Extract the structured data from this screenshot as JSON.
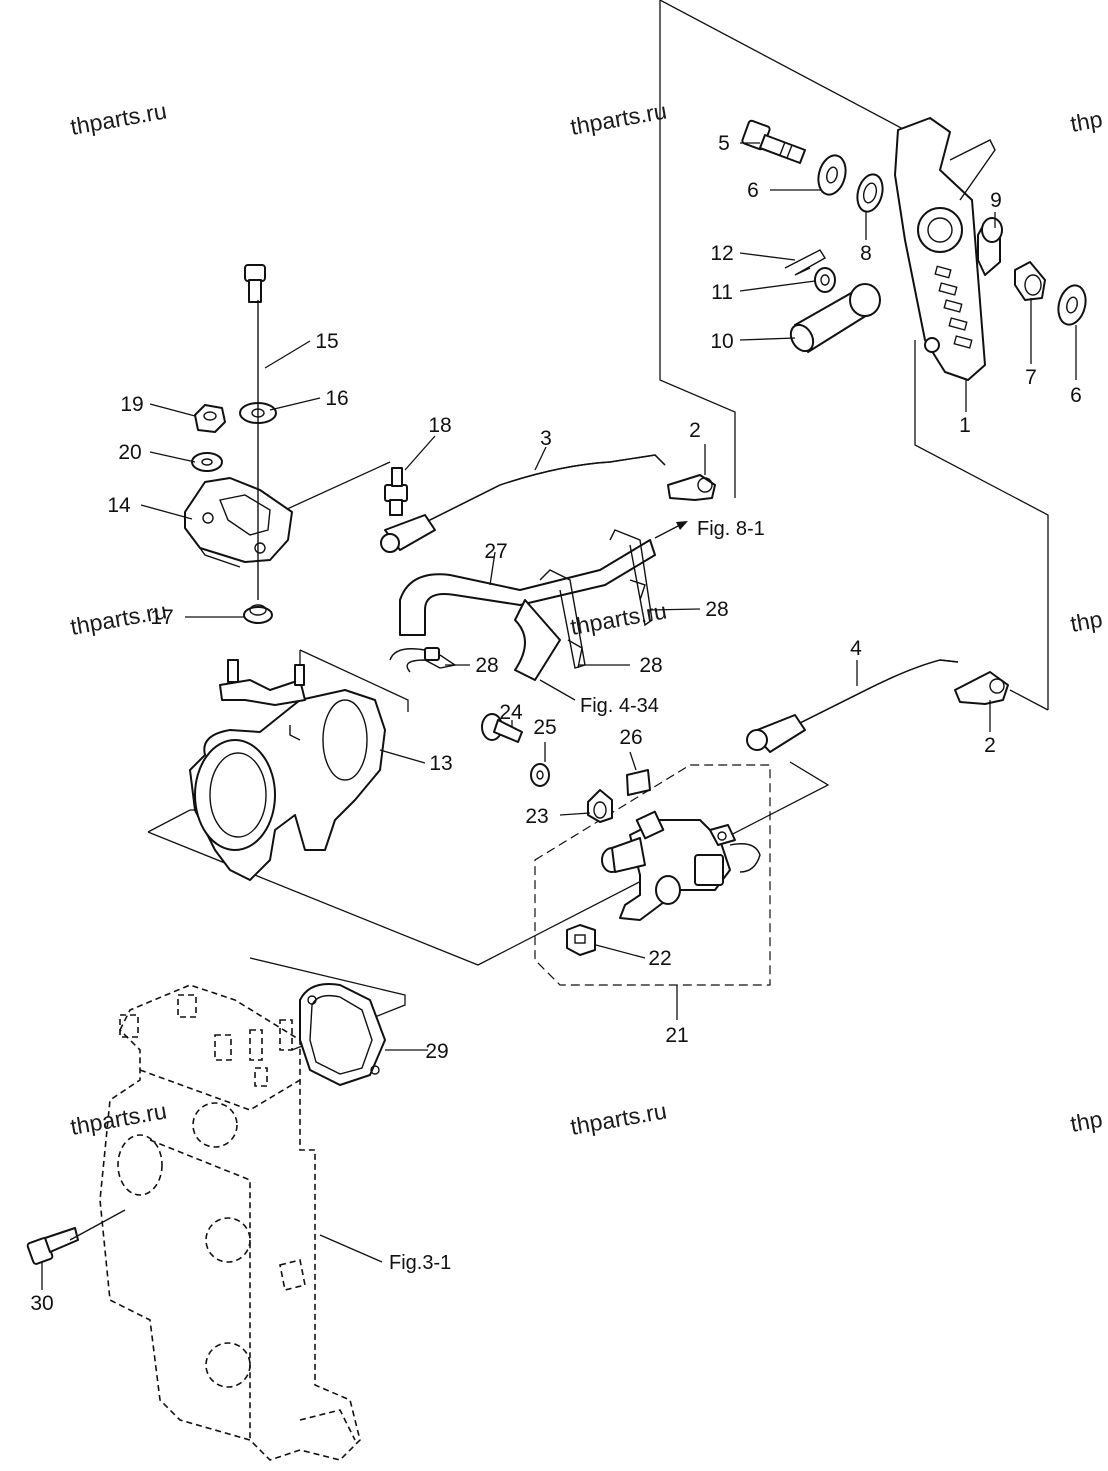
{
  "watermarks": [
    "thparts.ru",
    "thparts.ru",
    "thp",
    "thparts.ru",
    "thparts.ru",
    "thp",
    "thparts.ru",
    "thparts.ru",
    "thp"
  ],
  "part_labels": {
    "p1": "1",
    "p2a": "2",
    "p2b": "2",
    "p3": "3",
    "p4": "4",
    "p5": "5",
    "p6a": "6",
    "p6b": "6",
    "p7": "7",
    "p8": "8",
    "p9": "9",
    "p10": "10",
    "p11": "11",
    "p12": "12",
    "p13": "13",
    "p14": "14",
    "p15": "15",
    "p16": "16",
    "p17": "17",
    "p18": "18",
    "p19": "19",
    "p20": "20",
    "p21": "21",
    "p22": "22",
    "p23": "23",
    "p24": "24",
    "p25": "25",
    "p26": "26",
    "p27": "27",
    "p28a": "28",
    "p28b": "28",
    "p28c": "28",
    "p29": "29",
    "p30": "30"
  },
  "figure_refs": {
    "fig8_1": "Fig. 8-1",
    "fig4_34": "Fig. 4-34",
    "fig3_1": "Fig.3-1"
  }
}
